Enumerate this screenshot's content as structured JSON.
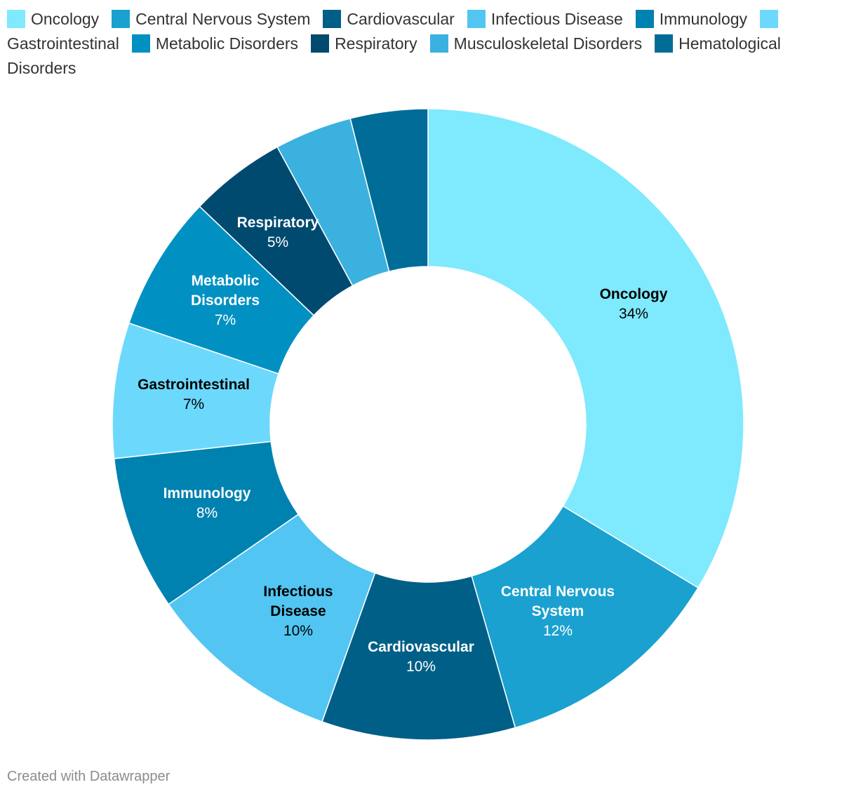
{
  "footer": {
    "credit": "Created with Datawrapper"
  },
  "chart_data": {
    "type": "pie",
    "donut": true,
    "legend_position": "top",
    "categories": [
      "Oncology",
      "Central Nervous System",
      "Cardiovascular",
      "Infectious Disease",
      "Immunology",
      "Gastrointestinal",
      "Metabolic Disorders",
      "Respiratory",
      "Musculoskeletal Disorders",
      "Hematological Disorders"
    ],
    "values": [
      34,
      12,
      10,
      10,
      8,
      7,
      7,
      5,
      4,
      4
    ],
    "value_labels": [
      "34%",
      "12%",
      "10%",
      "10%",
      "8%",
      "7%",
      "7%",
      "5%",
      "",
      ""
    ],
    "colors": [
      "#7fe9fe",
      "#1aa1cf",
      "#005f87",
      "#52c5f2",
      "#0082b0",
      "#6cd9fc",
      "#0091c2",
      "#004a70",
      "#3bb1e0",
      "#006c98"
    ],
    "label_colors": [
      "#000000",
      "#ffffff",
      "#ffffff",
      "#000000",
      "#ffffff",
      "#000000",
      "#ffffff",
      "#ffffff",
      "#ffffff",
      "#ffffff"
    ]
  }
}
